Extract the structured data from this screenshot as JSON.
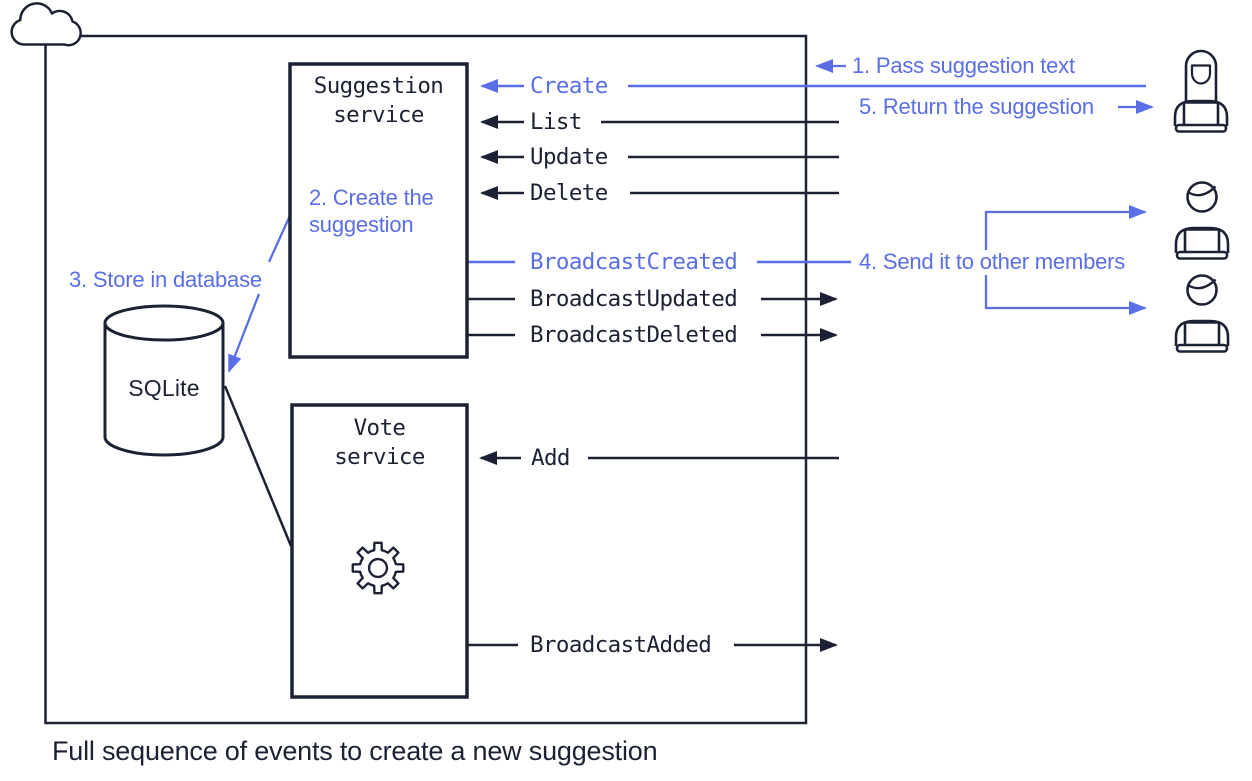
{
  "caption": "Full sequence of events to create a new suggestion",
  "colors": {
    "ink": "#1c2233",
    "accent": "#5a6ee6",
    "background": "#ffffff"
  },
  "services": {
    "suggestion": {
      "name": "Suggestion\nservice"
    },
    "vote": {
      "name": "Vote\nservice"
    },
    "database": {
      "name": "SQLite"
    }
  },
  "operations": {
    "suggestion_in": [
      {
        "label": "Create",
        "accent": true,
        "direction": "into-service"
      },
      {
        "label": "List",
        "accent": false,
        "direction": "into-service"
      },
      {
        "label": "Update",
        "accent": false,
        "direction": "into-service"
      },
      {
        "label": "Delete",
        "accent": false,
        "direction": "into-service"
      }
    ],
    "suggestion_out": [
      {
        "label": "BroadcastCreated",
        "accent": true,
        "direction": "out-of-service"
      },
      {
        "label": "BroadcastUpdated",
        "accent": false,
        "direction": "out-of-service"
      },
      {
        "label": "BroadcastDeleted",
        "accent": false,
        "direction": "out-of-service"
      }
    ],
    "vote_in": [
      {
        "label": "Add",
        "accent": false,
        "direction": "into-service"
      }
    ],
    "vote_out": [
      {
        "label": "BroadcastAdded",
        "accent": false,
        "direction": "out-of-service"
      }
    ]
  },
  "steps": [
    {
      "label": "1. Pass suggestion text"
    },
    {
      "label": "2. Create the\nsuggestion"
    },
    {
      "label": "3. Store in database"
    },
    {
      "label": "4. Send it to other members"
    },
    {
      "label": "5. Return the suggestion"
    }
  ],
  "icons": {
    "boundary": "cloud-icon",
    "vote_service": "gear-icon",
    "users": [
      "user-woman-laptop-icon",
      "user-man-laptop-icon",
      "user-man-laptop-icon"
    ]
  }
}
